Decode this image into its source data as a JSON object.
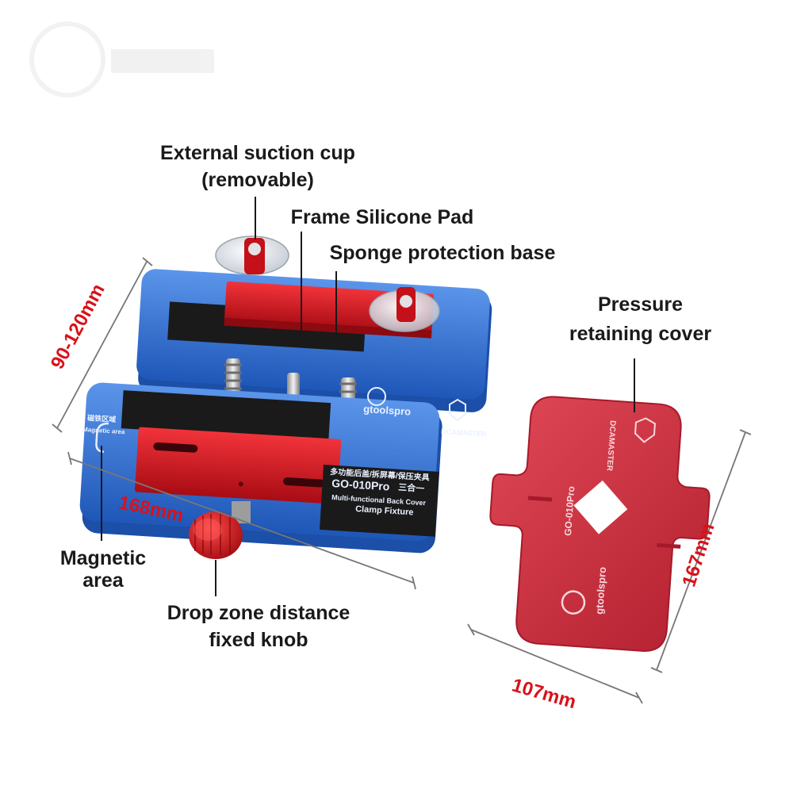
{
  "labels": {
    "suction_cup_line1": "External suction cup",
    "suction_cup_line2": "(removable)",
    "silicone_pad": "Frame Silicone Pad",
    "sponge_base": "Sponge protection base",
    "pressure_cover_line1": "Pressure",
    "pressure_cover_line2": "retaining cover",
    "magnetic_line1": "Magnetic",
    "magnetic_line2": "area",
    "knob_line1": "Drop zone distance",
    "knob_line2": "fixed knob"
  },
  "dimensions": {
    "clamp_width": "90-120mm",
    "clamp_length": "168mm",
    "cover_length": "167mm",
    "cover_width": "107mm"
  },
  "engraving": {
    "brand": "gtoolspro",
    "maker": "DCAMASTER",
    "model": "GO-010Pro",
    "three_in_one": "三合一",
    "cn_title": "多功能后盖/拆屏幕/保压夹具",
    "desc_line1": "Multi-functional Back Cover",
    "desc_line2": "Clamp Fixture",
    "magnetic_cn": "磁铁区域",
    "magnetic_en": "Magnetic area"
  },
  "colors": {
    "frame_blue": "#2f6fd0",
    "clamp_red": "#d8141c",
    "cover_red": "#c92a3c",
    "dimension_red": "#d8121a"
  }
}
